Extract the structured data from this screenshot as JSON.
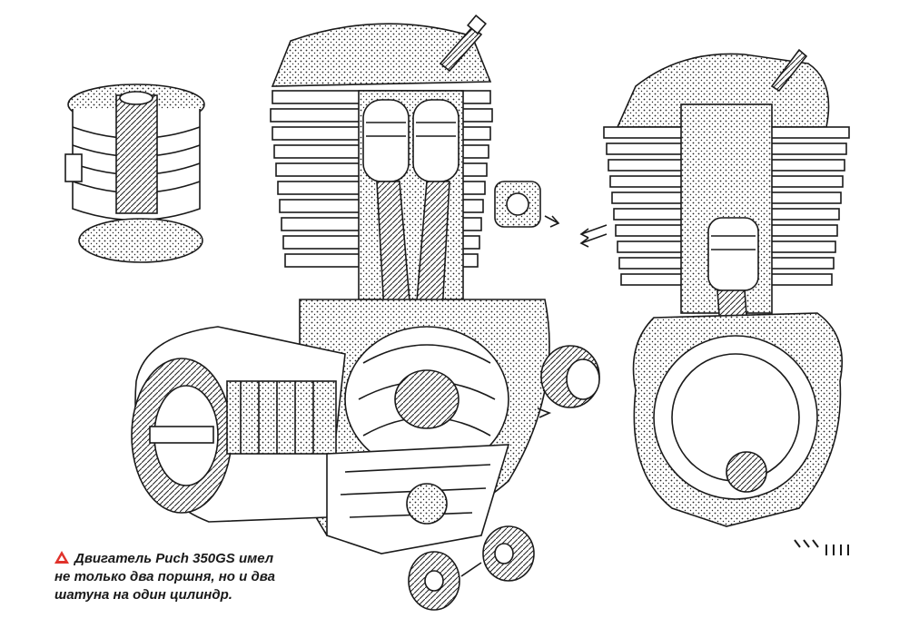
{
  "caption": {
    "lines": [
      "Двигатель Puch 350GS имел",
      "не только два поршня, но и два",
      "шатуна на один цилиндр."
    ]
  },
  "colors": {
    "ink": "#1a1a1a",
    "accent": "#e0322b",
    "paper": "#ffffff"
  },
  "icons": {
    "caption_marker": "red-triangle-icon"
  }
}
